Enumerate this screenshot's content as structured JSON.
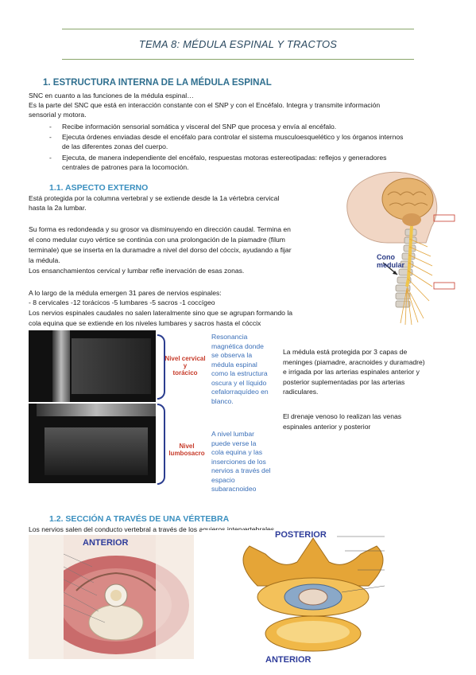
{
  "header": {
    "title": "TEMA 8: MÉDULA ESPINAL Y TRACTOS"
  },
  "section1": {
    "heading": "1.   ESTRUCTURA INTERNA DE LA MÉDULA ESPINAL",
    "line1": "SNC en cuanto a las funciones de la médula espinal…",
    "line2": "Es la parte del SNC que está en interacción constante con el SNP y con el Encéfalo. Integra y transmite información",
    "line3": "sensorial y motora.",
    "bullets": [
      [
        "Recibe información sensorial somática y visceral del SNP que procesa y envía al encéfalo."
      ],
      [
        "Ejecuta órdenes enviadas desde el encéfalo para controlar el sistema musculoesquelético y los órganos internos",
        "de las diferentes zonas del cuerpo."
      ],
      [
        "Ejecuta, de manera independiente del encéfalo, respuestas motoras estereotipadas: reflejos y generadores",
        "centrales de patrones para la locomoción."
      ]
    ]
  },
  "section11": {
    "heading": "1.1.          ASPECTO EXTERNO",
    "p1": [
      "Está protegida por la columna vertebral y se extiende desde la 1a vértebra cervical",
      "hasta la 2a lumbar."
    ],
    "p2": [
      "Su forma es redondeada y su grosor va disminuyendo en dirección caudal. Termina en",
      "el cono medular cuyo vértice se continúa con una prolongación de la piamadre (filum",
      "terminale) que se inserta en la duramadre a nivel del dorso del cóccix, ayudando a fijar",
      "la médula.",
      "Los ensanchamientos cervical y lumbar refle inervación de esas zonas."
    ],
    "p3": [
      "A lo largo de la médula emergen 31 pares de nervios espinales:",
      "- 8 cervicales      -12 torácicos       -5 lumbares         -5 sacros              -1 coccígeo",
      "Los nervios espinales caudales no salen lateralmente sino que se agrupan formando la",
      "cola equina que se extiende en los niveles lumbares y sacros hasta el cóccix"
    ],
    "diagram_label": [
      "Cono",
      "medular"
    ],
    "mri_label_top": [
      "Nivel cervical y",
      "torácico"
    ],
    "mri_label_bottom": [
      "Nivel",
      "lumbosacro"
    ],
    "mri_text_top": [
      "Resonancia",
      "magnética donde",
      "se observa la",
      "médula espinal",
      "como la estructura",
      "oscura y el líquido",
      "cefalorraquídeo en",
      "blanco."
    ],
    "mri_text_bottom": [
      "A nivel lumbar",
      "puede verse la",
      "cola equina y las",
      "inserciones de los",
      "nervios a través del",
      "espacio",
      "subaracnoideo"
    ],
    "side_p1": [
      "La médula está protegida por 3 capas de",
      "meninges (piamadre, aracnoides y duramadre)",
      "e irrigada por las arterias espinales anterior y",
      "posterior suplementadas por las arterias",
      "radiculares."
    ],
    "side_p2": [
      "El drenaje venoso lo realizan las venas",
      "espinales anterior y posterior"
    ]
  },
  "section12": {
    "heading": "1.2.          SECCIÓN A TRAVÉS DE UNA VÉRTEBRA",
    "line": "Los nervios salen del conducto vertebral a través de los agujeros intervertebrales",
    "img1_label": "ANTERIOR",
    "img2_top": "POSTERIOR",
    "img2_bottom": "ANTERIOR"
  },
  "colors": {
    "heading": "#2f6f8f",
    "subheading": "#3a8fbf",
    "rule": "#8aa66b",
    "blue_text": "#3a6fb8",
    "red_label": "#c73b2a"
  }
}
